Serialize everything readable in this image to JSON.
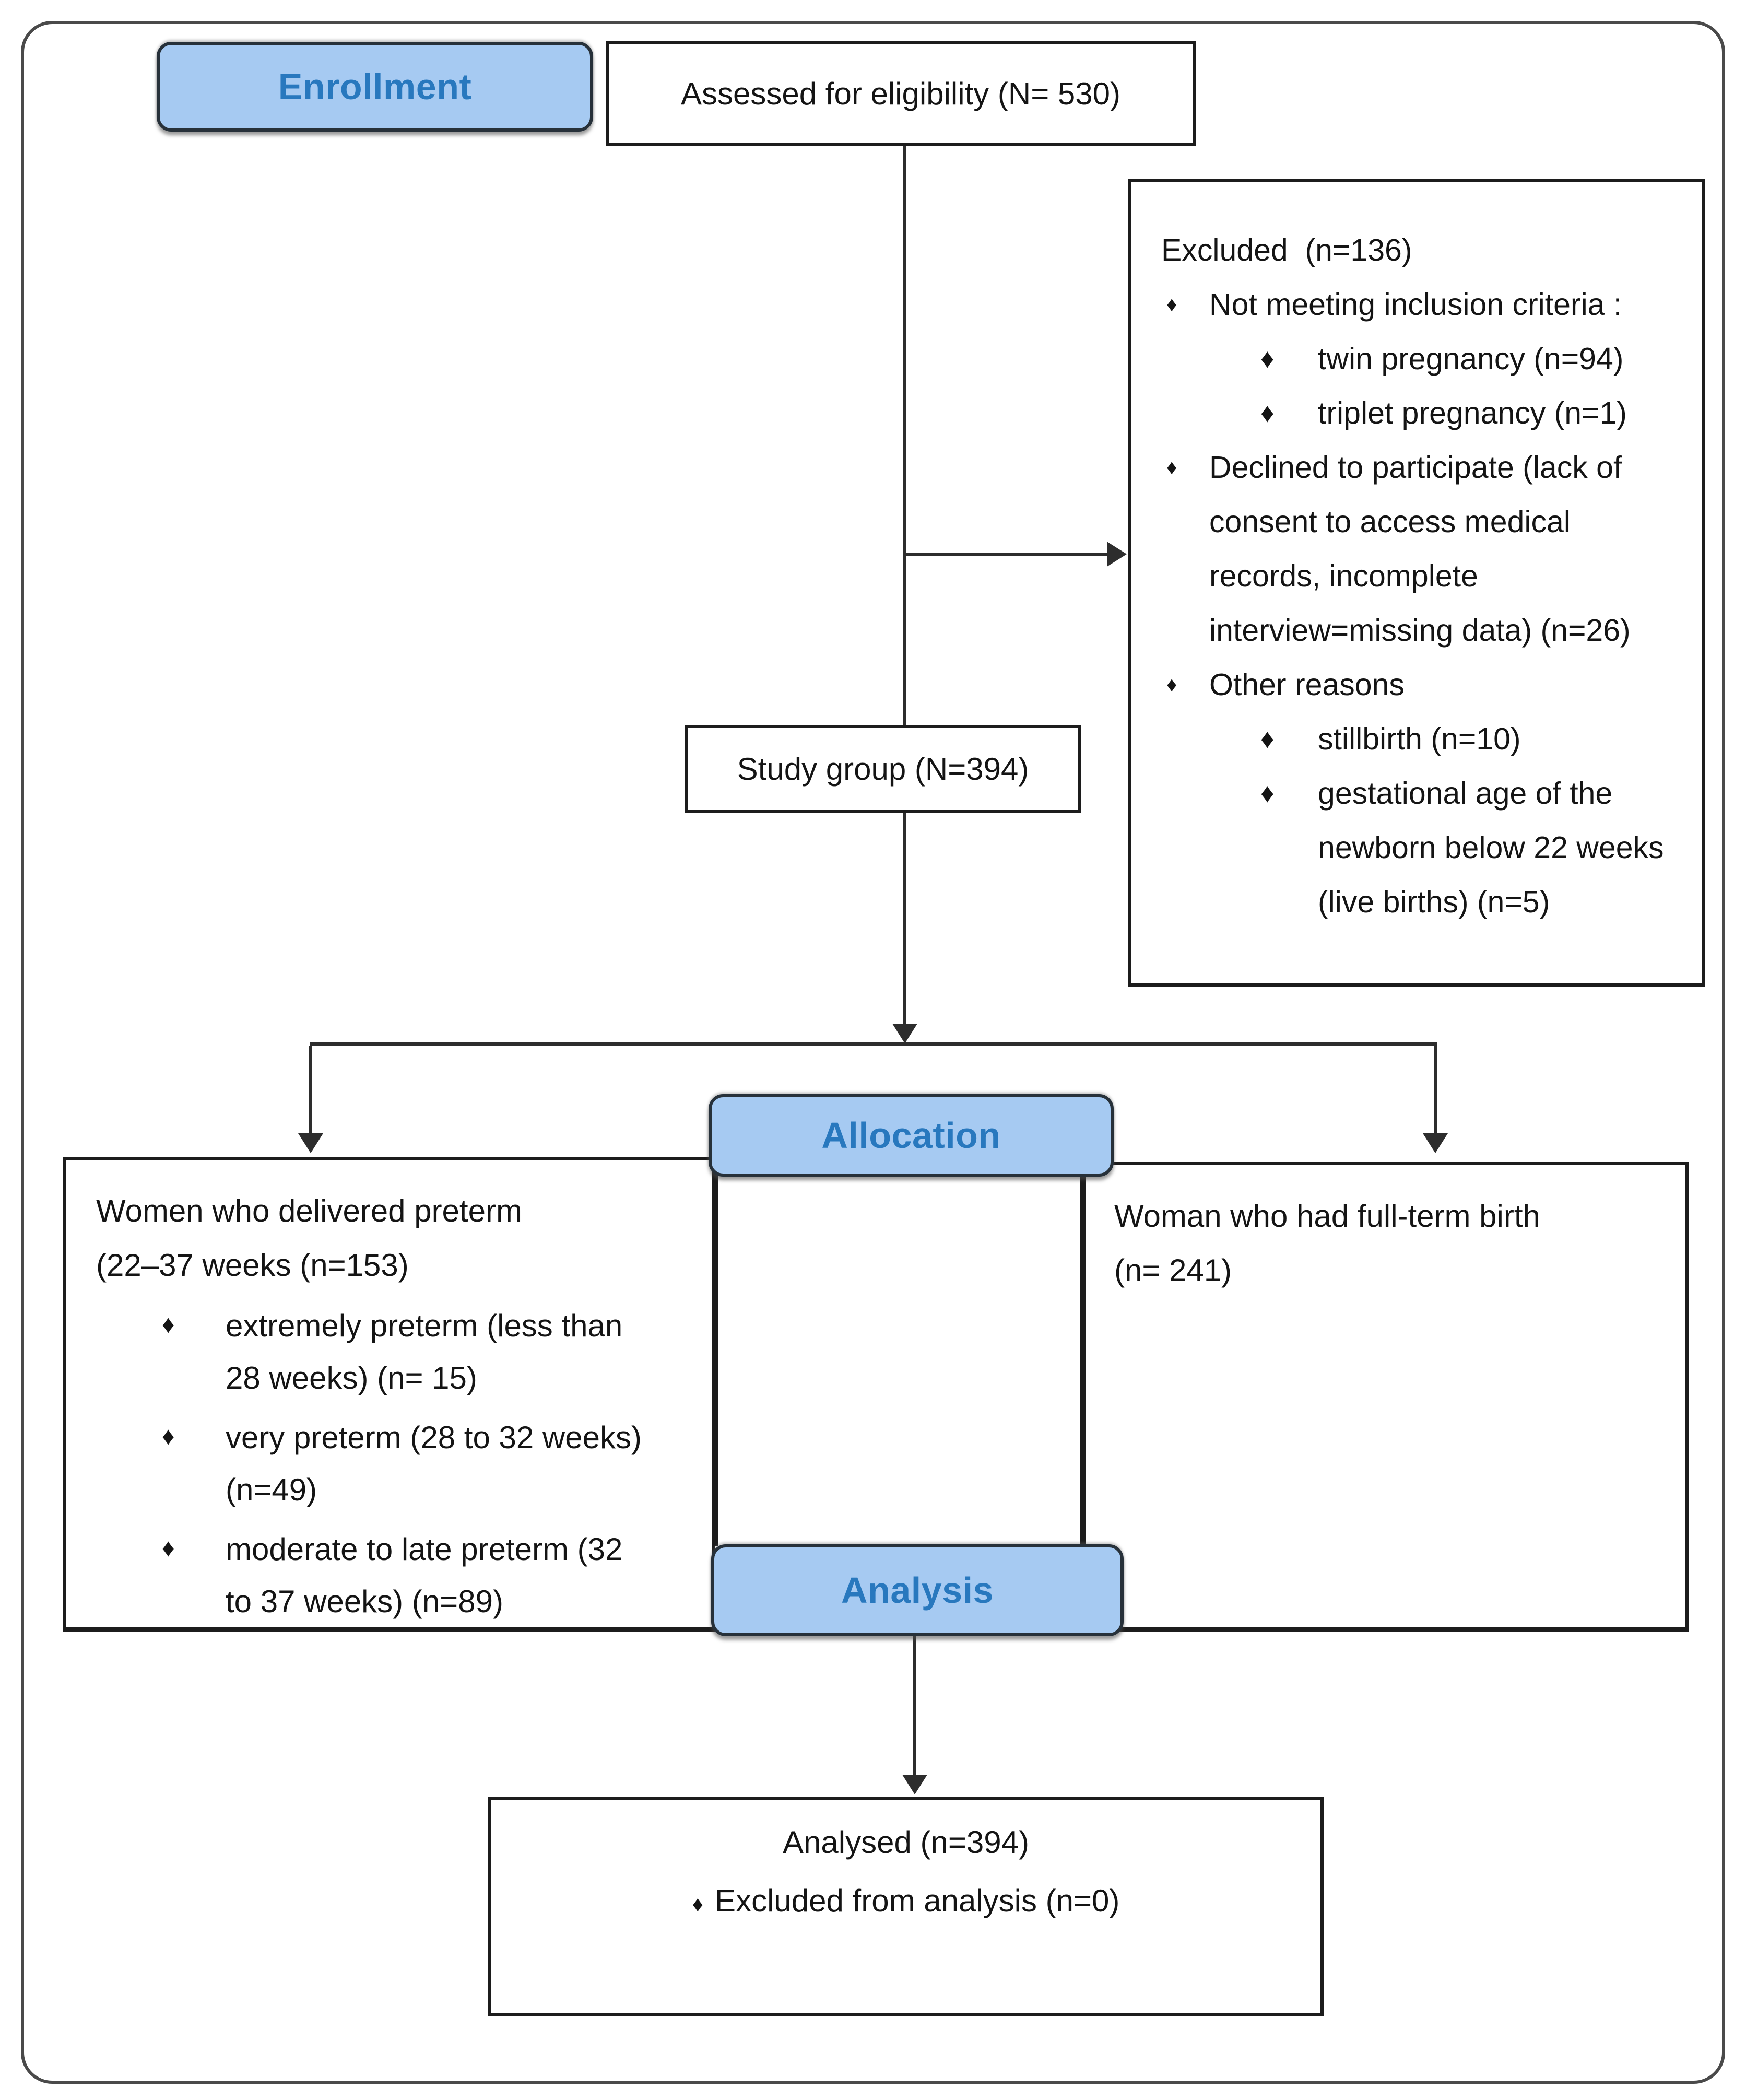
{
  "figure": {
    "bullet_char": "♦",
    "colors": {
      "stage_fill": "#a6caf2",
      "stage_text": "#2878be",
      "box_border": "#1c1c1c",
      "connector": "#2d2d2d"
    },
    "stages": {
      "enrollment": "Enrollment",
      "allocation": "Allocation",
      "analysis": "Analysis"
    },
    "assessed": {
      "text": "Assessed for eligibility (N= 530)"
    },
    "excluded": {
      "title": "Excluded  (n=136)",
      "items": [
        {
          "level": 1,
          "text": "Not meeting inclusion criteria :"
        },
        {
          "level": 2,
          "text": "twin pregnancy (n=94)"
        },
        {
          "level": 2,
          "text": "triplet pregnancy (n=1)"
        },
        {
          "level": 1,
          "text": "Declined to participate (lack of consent to access medical records, incomplete interview=missing data) (n=26)"
        },
        {
          "level": 1,
          "text": "Other reasons"
        },
        {
          "level": 2,
          "text": "stillbirth (n=10)"
        },
        {
          "level": 2,
          "text": "gestational age of the newborn below 22 weeks (live births) (n=5)"
        }
      ]
    },
    "study_group": {
      "text": "Study group (N=394)"
    },
    "preterm": {
      "line1": "Women who delivered preterm",
      "line2": "(22–37 weeks (n=153)",
      "items": [
        "extremely preterm (less than 28 weeks) (n= 15)",
        "very preterm (28 to 32 weeks) (n=49)",
        "moderate to late preterm (32 to 37 weeks) (n=89)"
      ]
    },
    "fullterm": {
      "line1": "Woman who had full-term birth",
      "line2": "(n= 241)"
    },
    "analysed": {
      "title": "Analysed (n=394)",
      "item": "Excluded from analysis (n=0)"
    }
  }
}
